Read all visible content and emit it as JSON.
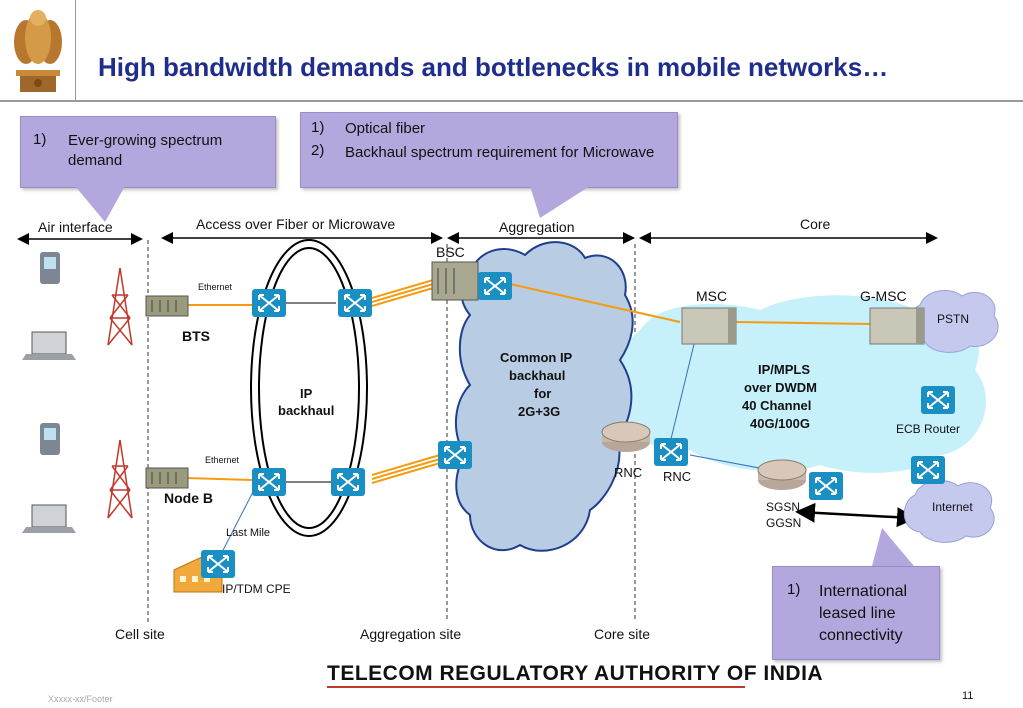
{
  "slide": {
    "title": "High bandwidth demands and bottlenecks in mobile networks…",
    "org": "TELECOM REGULATORY AUTHORITY OF INDIA",
    "footer": "Xxxxx-xx/Footer",
    "page_number": "11"
  },
  "callouts": {
    "spectrum": {
      "num": "1)",
      "text": "Ever-growing spectrum demand"
    },
    "fiber": [
      {
        "num": "1)",
        "text": "Optical fiber"
      },
      {
        "num": "2)",
        "text": "Backhaul spectrum requirement  for Microwave"
      }
    ],
    "international": {
      "num": "1)",
      "text": "International leased line connectivity"
    }
  },
  "segments": {
    "air": "Air interface",
    "access": "Access over Fiber or Microwave",
    "aggregation": "Aggregation",
    "core": "Core"
  },
  "sites": {
    "cell": "Cell site",
    "aggregation": "Aggregation site",
    "core": "Core site"
  },
  "labels": {
    "ethernet_top": "Ethernet",
    "ethernet_bottom": "Ethernet",
    "bts": "BTS",
    "node_b": "Node B",
    "ip_backhaul_1": "IP",
    "ip_backhaul_2": "backhaul",
    "last_mile": "Last Mile",
    "cpe": "IP/TDM CPE",
    "bsc": "BSC",
    "common_1": "Common IP",
    "common_2": "backhaul",
    "common_3": "for",
    "common_4": "2G+3G",
    "rnc_1": "RNC",
    "rnc_2": "RNC",
    "msc": "MSC",
    "gmsc": "G-MSC",
    "pstn": "PSTN",
    "mpls_1": "IP/MPLS",
    "mpls_2": "over DWDM",
    "mpls_3": "40 Channel",
    "mpls_4": "40G/100G",
    "ecb": "ECB Router",
    "sgsn": "SGSN",
    "ggsn": "GGSN",
    "internet": "Internet"
  },
  "colors": {
    "title": "#1f2d8c",
    "callout": "#b4a7dd",
    "aggregation_cloud": "#b8cce4",
    "core_cloud": "#c6f0fa",
    "fiber_link": "#f39c12",
    "router": "#1a8fc4"
  },
  "icons": [
    "emblem-icon",
    "phone-icon",
    "laptop-icon",
    "tower-icon",
    "router-icon",
    "switch-icon",
    "server-icon",
    "cloud-icon",
    "building-icon"
  ]
}
